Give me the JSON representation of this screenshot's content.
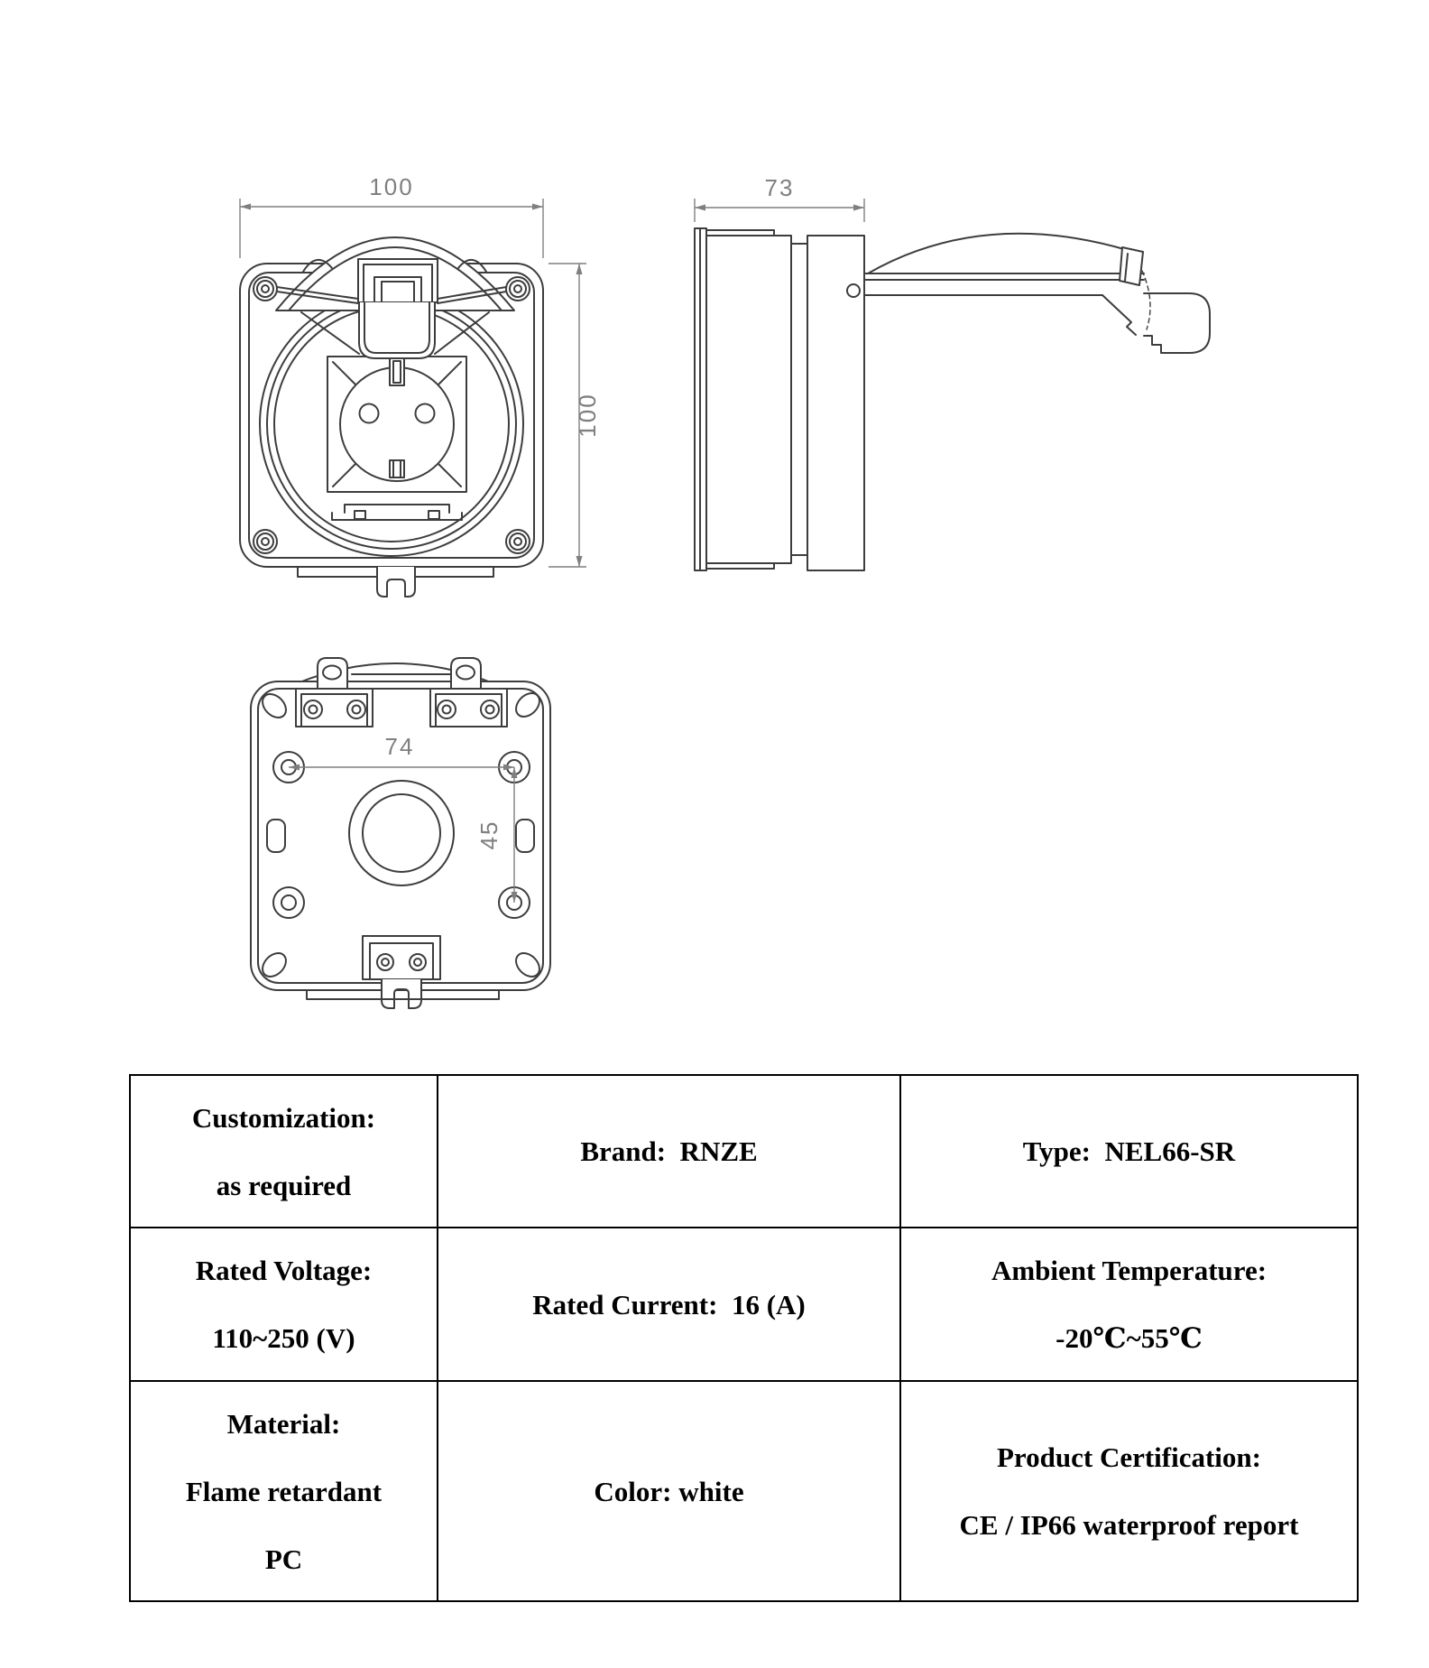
{
  "document": {
    "background": "#ffffff",
    "line_color": "#3d3d3d",
    "dimension_color": "#7f7f7f",
    "table_border_color": "#000000",
    "table_text_color": "#000000"
  },
  "views": {
    "front": {
      "width_dim": "100",
      "height_dim": "100"
    },
    "side": {
      "depth_dim": "73"
    },
    "back": {
      "hole_spacing_horizontal_dim": "74",
      "hole_spacing_vertical_dim": "45"
    }
  },
  "spec_table": {
    "rows": [
      {
        "cells": [
          {
            "id": "customization",
            "lines": [
              "Customization:",
              "as required"
            ]
          },
          {
            "id": "brand",
            "lines": [
              "Brand:  RNZE"
            ]
          },
          {
            "id": "type",
            "lines": [
              "Type:  NEL66-SR"
            ]
          }
        ]
      },
      {
        "cells": [
          {
            "id": "rated-voltage",
            "lines": [
              "Rated Voltage:",
              "110~250 (V)"
            ]
          },
          {
            "id": "rated-current",
            "lines": [
              "Rated Current:  16 (A)"
            ]
          },
          {
            "id": "ambient-temperature",
            "lines": [
              "Ambient Temperature:",
              "-20℃~55℃"
            ]
          }
        ]
      },
      {
        "cells": [
          {
            "id": "material",
            "lines": [
              "Material:",
              "Flame retardant",
              "PC"
            ]
          },
          {
            "id": "color",
            "lines": [
              "Color: white"
            ]
          },
          {
            "id": "product-certification",
            "lines": [
              "Product Certification:",
              "CE / IP66 waterproof report"
            ]
          }
        ]
      }
    ]
  }
}
